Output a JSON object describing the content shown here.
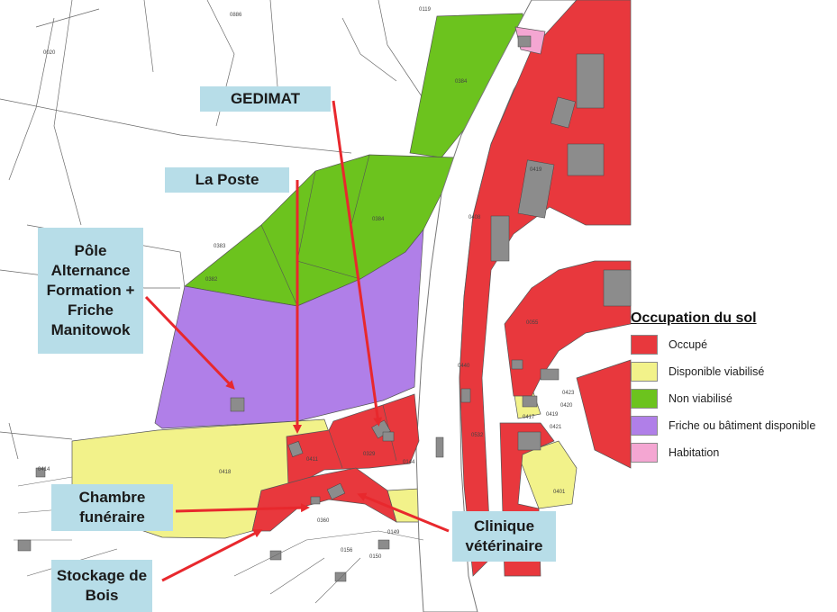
{
  "map": {
    "callouts": [
      {
        "id": "gedimat",
        "text": "GEDIMAT"
      },
      {
        "id": "la-poste",
        "text": "La Poste"
      },
      {
        "id": "pole",
        "text": "Pôle Alternance Formation + Friche Manitowok"
      },
      {
        "id": "chambre",
        "text": "Chambre funéraire"
      },
      {
        "id": "stockage",
        "text": "Stockage de Bois"
      },
      {
        "id": "clinique",
        "text": "Clinique vétérinaire"
      }
    ],
    "parcel_labels": [
      "0020",
      "0886",
      "0119",
      "0384",
      "0419",
      "0384",
      "0383",
      "0382",
      "0408",
      "0440",
      "0418",
      "0414",
      "0329",
      "0411",
      "0144",
      "0360",
      "0156",
      "0055",
      "0532",
      "0417",
      "0423",
      "0420",
      "0419",
      "0421",
      "0401",
      "0149",
      "0150"
    ]
  },
  "legend": {
    "title": "Occupation du sol",
    "items": [
      {
        "label": "Occupé",
        "color": "#e8383d"
      },
      {
        "label": "Disponible viabilisé",
        "color": "#f2f28a"
      },
      {
        "label": "Non viabilisé",
        "color": "#6cc31e"
      },
      {
        "label": "Friche ou bâtiment disponible",
        "color": "#b07fe8"
      },
      {
        "label": "Habitation",
        "color": "#f4a6d2"
      }
    ]
  },
  "colors": {
    "occupied": "#e8383d",
    "available": "#f2f28a",
    "undeveloped": "#6cc31e",
    "brownfield": "#b07fe8",
    "housing": "#f4a6d2",
    "building": "#8c8c8c",
    "callout_bg": "#b7dde8",
    "arrow": "#e8282d"
  }
}
